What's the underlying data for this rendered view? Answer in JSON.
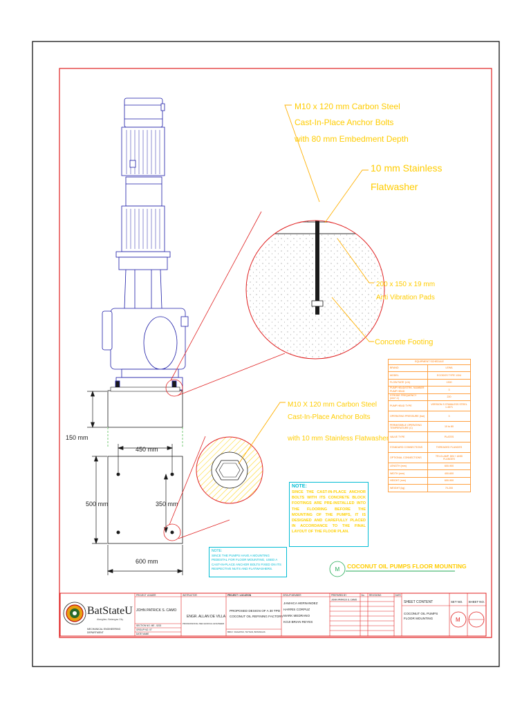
{
  "callouts": {
    "anchor_bolts_top": [
      "M10 x 120 mm Carbon Steel",
      "Cast-In-Place Anchor Bolts",
      "with 80 mm Embedment Depth"
    ],
    "flatwasher": [
      "10 mm Stainless",
      "Flatwasher"
    ],
    "pads": [
      "200 x 150 x 19 mm",
      "Anti Vibration Pads"
    ],
    "footing": "Concrete Footing",
    "anchor_bolts_bottom": [
      "M10 X 120 mm Carbon Steel",
      "Cast-In-Place Anchor Bolts"
    ],
    "anchor_washer": "with 10 mm Stainless Flatwasher"
  },
  "dimensions": {
    "height": "150 mm",
    "bolt_spacing_x": "450 mm",
    "base_depth": "500 mm",
    "bolt_spacing_y": "350 mm",
    "base_width": "600 mm"
  },
  "notes": {
    "note1_header": "NOTE:",
    "note1_body": "SINCE THE CAST-IN-PLACE ANCHOR BOLTS WITH ITS CONCRETE BLOCK FOOTINGS ARE PRE-INSTALLED INTO THE FLOORING BEFORE THE MOUNTING OF THE PUMPS, IT IS DESIGNED AND CAREFULLY PLACED IN ACCORDANCE TO THE FINAL LAYOUT OF THE FLOOR PLAN.",
    "note2_header": "NOTE:",
    "note2_body": "SINCE THE PUMPS HAVE A MOUNTING PEDESTAL FOR FLOOR MOUNTING, USED A CAST-IN-PLACE ANCHOR BOLTS FIXED ON ITS RESPECTIVE NUTS AND FLATWASHERS."
  },
  "schedule": {
    "title": "EQUIPMENT SCHEDULE",
    "rows": [
      [
        "BRAND",
        "LEWA"
      ],
      [
        "MODEL",
        "ECODOS TYPE 1/3/4"
      ],
      [
        "FLOW RATE (L/h)",
        "1300"
      ],
      [
        "PUMP HEAD/STRK. NUMBER PUMP HEAD",
        "3"
      ],
      [
        "STROKE FREQUENCY (min^-1)",
        "220"
      ],
      [
        "PUMP HEAD TYPE",
        "VERSION S STAINLESS STEEL 1.4571"
      ],
      [
        "OPERATING PRESSURE (bar)",
        "3"
      ],
      [
        "PERMISSIBLE OPERATING TEMPERATURE (C)",
        "10 to 80"
      ],
      [
        "VALVE TYPE",
        "PLATES"
      ],
      [
        "STANDARD CONNECTIONS",
        "THREADED FLANGES"
      ],
      [
        "OPTIONAL CONNECTIONS",
        "TRI-CLAMP, DIN + ANSI FLANGES"
      ],
      [
        "LENGTH (mm)",
        "600-900"
      ],
      [
        "WIDTH (mm)",
        "400-600"
      ],
      [
        "HEIGHT (mm)",
        "600-900"
      ],
      [
        "WEIGHT (kg)",
        "70-200"
      ]
    ]
  },
  "title_label": "COCONUT OIL PUMPS FLOOR MOUNTING",
  "title_marker": "M",
  "title_block": {
    "university": "BatStateU",
    "campus": "Alangilan, Batangas City",
    "department": [
      "MECHANICAL ENGINEERING",
      "DEPARTMENT"
    ],
    "project_leader_hdr": "PROJECT LEADER",
    "project_leader": "JOHN PATRICK S. CAMO",
    "section_no": "SECTION NO. ME - 5202",
    "group_no": "GROUP NO. 07",
    "date": "DATE NAME",
    "instructor_hdr": "INSTRUCTOR",
    "instructor": "ENGR. ALLAN DE VILLA",
    "instructor_title": "PROFESSIONAL MECHANICAL ENGINEER",
    "project_hdr": "PROJECT / LOCATION",
    "project": [
      "PROPOSED DESIGN OF A 30 TPD",
      "COCONUT OIL REFINING FACTORY"
    ],
    "location": "BRGY. DAGATAN, TAYSAN, BATANGAS",
    "group_hdr": "GROUP MEMBER",
    "members": [
      "JAMAICA HERNANDEZ",
      "HARRIS CORPUZ",
      "MARK MEDRANO",
      "KOJI BRIAN REYES"
    ],
    "prepared_hdr": "PREPARED BY",
    "prepared": "JOHN PATRICK S. CAMO",
    "no_hdr": "No.",
    "revisions_hdr": "REVISIONS",
    "date_hdr": "DATE",
    "sheet_content_hdr": "SHEET CONTENT",
    "sheet_content": [
      "COCONUT OIL PUMPS",
      "FLOOR MOUNTING"
    ],
    "set_no_hdr": "SET NO.",
    "set_no": "M",
    "sheet_no_hdr": "SHEET NO."
  }
}
